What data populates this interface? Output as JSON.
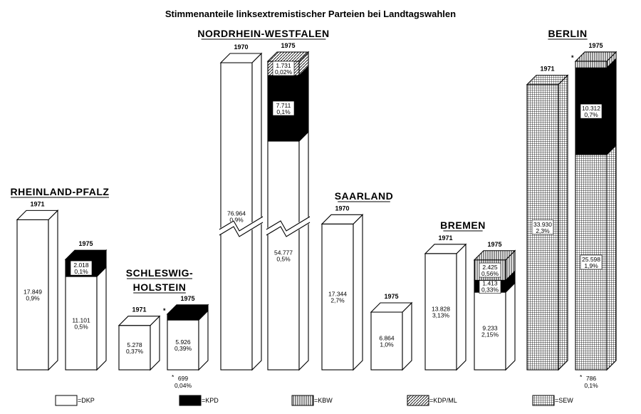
{
  "chart_data": {
    "type": "bar",
    "title": "Stimmenanteile linksextremistischer Parteien bei Landtagswahlen",
    "legend": [
      {
        "key": "DKP",
        "label": "=DKP",
        "pattern": "white"
      },
      {
        "key": "KPD",
        "label": "=KPD",
        "pattern": "black"
      },
      {
        "key": "KBW",
        "label": "=KBW",
        "pattern": "vlines"
      },
      {
        "key": "KDPML",
        "label": "=KDP/ML",
        "pattern": "diag"
      },
      {
        "key": "SEW",
        "label": "=SEW",
        "pattern": "grid"
      }
    ],
    "groups": [
      {
        "state": [
          "RHEINLAND-PFALZ"
        ],
        "bars": [
          {
            "year": "1971",
            "segments": [
              {
                "party": "DKP",
                "votes": 17849,
                "label1": "17.849",
                "label2": "0,9%"
              }
            ]
          },
          {
            "year": "1975",
            "segments": [
              {
                "party": "DKP",
                "votes": 11101,
                "label1": "11.101",
                "label2": "0,5%"
              },
              {
                "party": "KPD",
                "votes": 2018,
                "label1": "2.018",
                "label2": "0,1%"
              }
            ]
          }
        ]
      },
      {
        "state": [
          "SCHLESWIG-",
          "HOLSTEIN"
        ],
        "bars": [
          {
            "year": "1971",
            "segments": [
              {
                "party": "DKP",
                "votes": 5278,
                "label1": "5.278",
                "label2": "0,37%"
              }
            ]
          },
          {
            "year": "1975",
            "segments": [
              {
                "party": "DKP",
                "votes": 5926,
                "label1": "5.926",
                "label2": "0,39%"
              },
              {
                "party": "KPD",
                "votes": 699,
                "label1": "",
                "label2": ""
              }
            ],
            "footnote": [
              "699",
              "0,04%"
            ]
          }
        ]
      },
      {
        "state": [
          "NORDRHEIN-WESTFALEN"
        ],
        "axis_break": true,
        "bars": [
          {
            "year": "1970",
            "segments": [
              {
                "party": "DKP",
                "votes": 76964,
                "label1": "76.964",
                "label2": "0,9%"
              }
            ]
          },
          {
            "year": "1975",
            "segments": [
              {
                "party": "DKP",
                "votes": 54777,
                "label1": "54.777",
                "label2": "0,5%"
              },
              {
                "party": "KPD",
                "votes": 7711,
                "label1": "7.711",
                "label2": "0,1%"
              },
              {
                "party": "KDPML",
                "votes": 1731,
                "label1": "1.731",
                "label2": "0,02%"
              }
            ]
          }
        ]
      },
      {
        "state": [
          "SAARLAND"
        ],
        "bars": [
          {
            "year": "1970",
            "segments": [
              {
                "party": "DKP",
                "votes": 17344,
                "label1": "17.344",
                "label2": "2,7%"
              }
            ]
          },
          {
            "year": "1975",
            "segments": [
              {
                "party": "DKP",
                "votes": 6864,
                "label1": "6.864",
                "label2": "1,0%"
              }
            ]
          }
        ]
      },
      {
        "state": [
          "BREMEN"
        ],
        "bars": [
          {
            "year": "1971",
            "segments": [
              {
                "party": "DKP",
                "votes": 13828,
                "label1": "13.828",
                "label2": "3,13%"
              }
            ]
          },
          {
            "year": "1975",
            "segments": [
              {
                "party": "DKP",
                "votes": 9233,
                "label1": "9.233",
                "label2": "2,15%"
              },
              {
                "party": "KPD",
                "votes": 1413,
                "label1": "1.413",
                "label2": "0,33%"
              },
              {
                "party": "KBW",
                "votes": 2425,
                "label1": "2.425",
                "label2": "0,56%"
              }
            ]
          }
        ]
      },
      {
        "state": [
          "BERLIN"
        ],
        "bars": [
          {
            "year": "1971",
            "segments": [
              {
                "party": "SEW",
                "votes": 33930,
                "label1": "33.930",
                "label2": "2,3%"
              }
            ]
          },
          {
            "year": "1975",
            "segments": [
              {
                "party": "SEW",
                "votes": 25598,
                "label1": "25.598",
                "label2": "1,9%"
              },
              {
                "party": "KPD",
                "votes": 10312,
                "label1": "10.312",
                "label2": "0,7%"
              },
              {
                "party": "KBW",
                "votes": 786,
                "label1": "",
                "label2": ""
              }
            ],
            "footnote": [
              "786",
              "0,1%"
            ]
          }
        ]
      }
    ]
  }
}
